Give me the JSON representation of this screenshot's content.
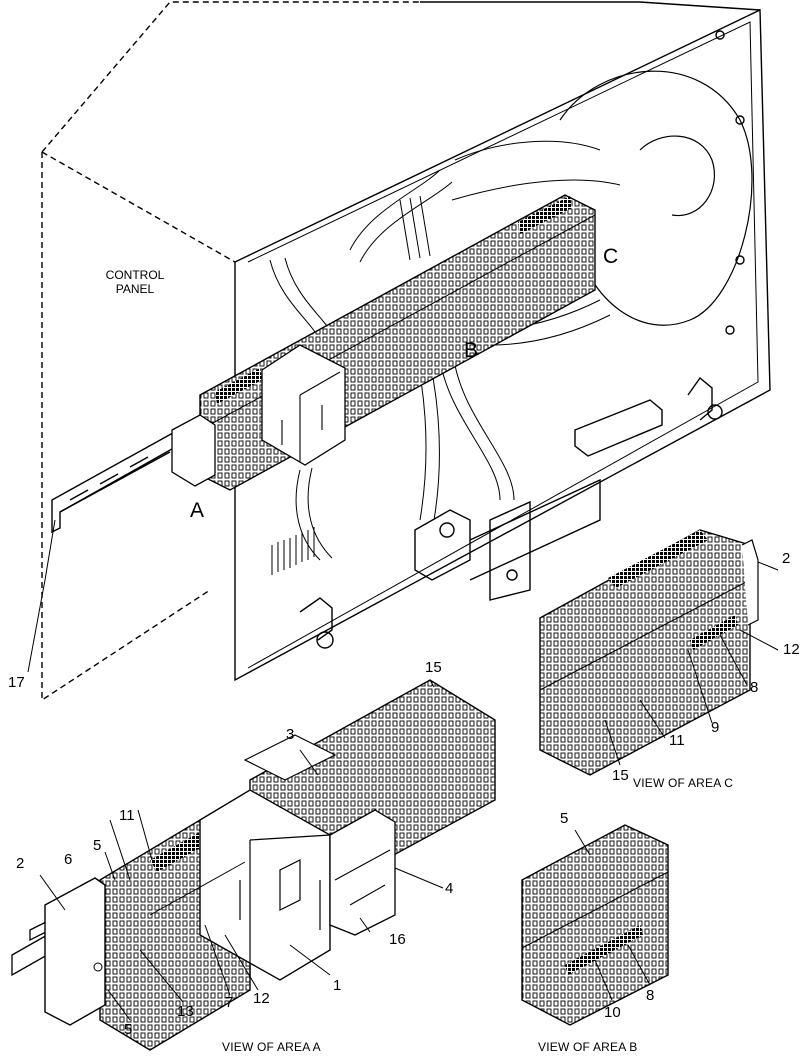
{
  "panel_label": {
    "line1": "CONTROL",
    "line2": "PANEL"
  },
  "areas": {
    "a": "A",
    "b": "B",
    "c": "C"
  },
  "callouts": {
    "n1": "1",
    "n2": "2",
    "n3": "3",
    "n4": "4",
    "n5": "5",
    "n6": "6",
    "n7": "7",
    "n8": "8",
    "n9": "9",
    "n10": "10",
    "n11": "11",
    "n12": "12",
    "n13": "13",
    "n15": "15",
    "n16": "16",
    "n17": "17"
  },
  "captions": {
    "view_a": "VIEW OF AREA  A",
    "view_b": "VIEW OF AREA  B",
    "view_c": "VIEW OF AREA  C"
  }
}
